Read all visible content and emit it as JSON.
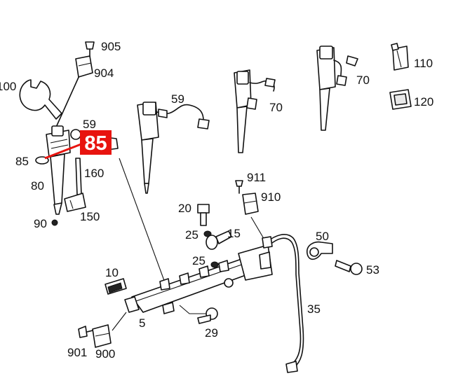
{
  "colors": {
    "highlight": "#e8140f",
    "ink": "#111111",
    "background": "#ffffff"
  },
  "highlight": {
    "label": "85"
  },
  "labels": {
    "p100": "100",
    "p905": "905",
    "p904": "904",
    "p59a": "59",
    "p85": "85",
    "p160": "160",
    "p80": "80",
    "p150": "150",
    "p90": "90",
    "p59b": "59",
    "p70a": "70",
    "p70b": "70",
    "p110": "110",
    "p120": "120",
    "p911": "911",
    "p910": "910",
    "p20": "20",
    "p25a": "25",
    "p15": "15",
    "p25b": "25",
    "p50": "50",
    "p53": "53",
    "p10": "10",
    "p5": "5",
    "p35": "35",
    "p29": "29",
    "p901": "901",
    "p900": "900"
  }
}
